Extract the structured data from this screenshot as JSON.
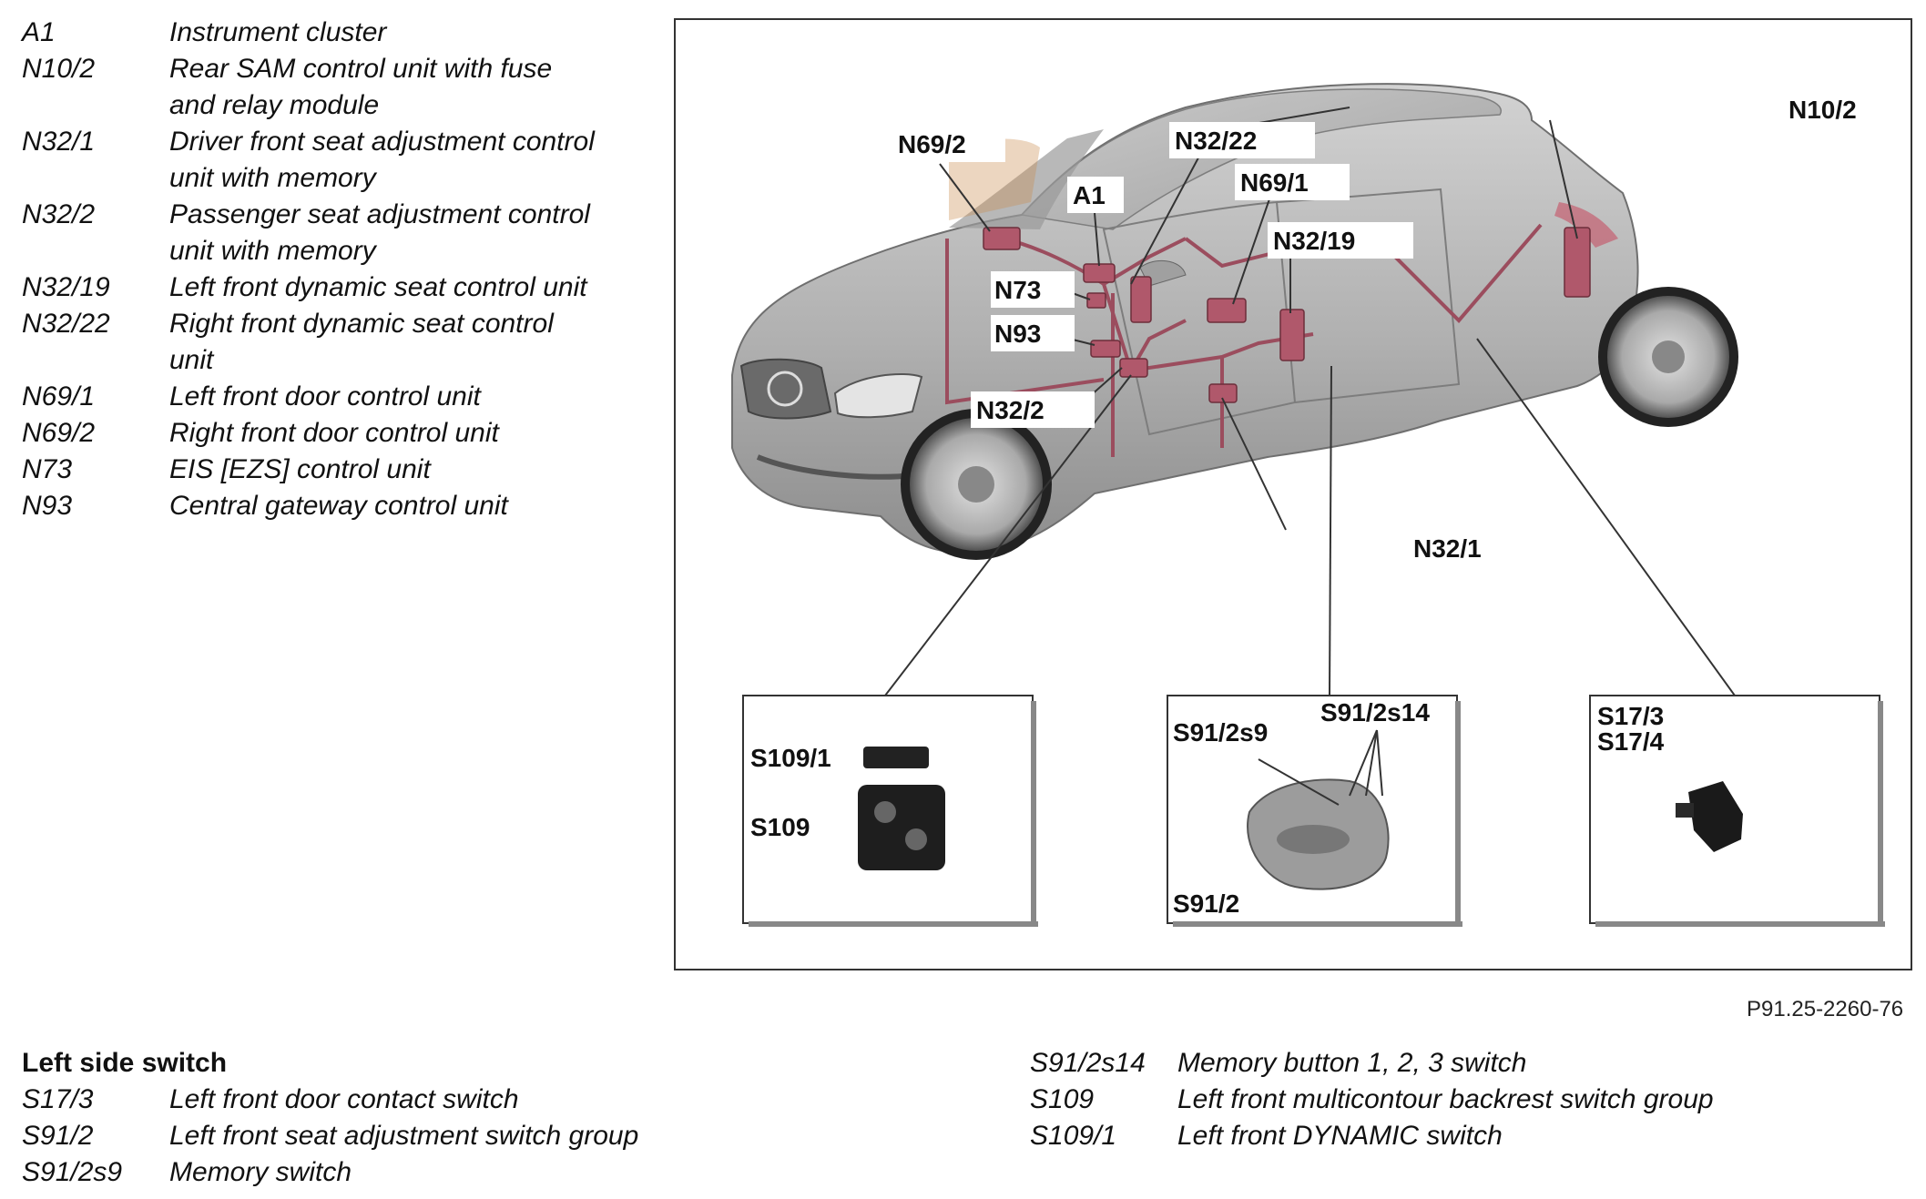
{
  "legend_top": [
    {
      "code": "A1",
      "desc": "Instrument cluster"
    },
    {
      "code": "N10/2",
      "desc": "Rear SAM control unit with fuse and relay module"
    },
    {
      "code": "N32/1",
      "desc": "Driver front seat adjustment control unit with memory"
    },
    {
      "code": "N32/2",
      "desc": "Passenger seat adjustment control unit with memory"
    },
    {
      "code": "N32/19",
      "desc": "Left front dynamic seat control unit"
    },
    {
      "code": "N32/22",
      "desc": "Right front dynamic seat control unit"
    },
    {
      "code": "N69/1",
      "desc": "Left front door control unit"
    },
    {
      "code": "N69/2",
      "desc": "Right front door control unit"
    },
    {
      "code": "N73",
      "desc": "EIS [EZS] control unit"
    },
    {
      "code": "N93",
      "desc": "Central gateway control unit"
    }
  ],
  "bottom_left": {
    "title": "Left side switch",
    "items": [
      {
        "code": "S17/3",
        "desc": "Left front door contact switch"
      },
      {
        "code": "S91/2",
        "desc": "Left front seat adjustment switch group"
      },
      {
        "code": "S91/2s9",
        "desc": "Memory switch"
      }
    ]
  },
  "bottom_right": {
    "items": [
      {
        "code": "S91/2s14",
        "desc": "Memory button 1, 2, 3 switch"
      },
      {
        "code": "S109",
        "desc": "Left front multicontour backrest switch group"
      },
      {
        "code": "S109/1",
        "desc": "Left front DYNAMIC switch"
      }
    ]
  },
  "diagram": {
    "labels": {
      "n69_2": "N69/2",
      "n32_22": "N32/22",
      "n10_2": "N10/2",
      "a1": "A1",
      "n69_1": "N69/1",
      "n32_19": "N32/19",
      "n73": "N73",
      "n93": "N93",
      "n32_2": "N32/2",
      "n32_1": "N32/1"
    },
    "inset1": {
      "s109_1": "S109/1",
      "s109": "S109"
    },
    "inset2": {
      "s91_2s9": "S91/2s9",
      "s91_2s14": "S91/2s14",
      "s91_2": "S91/2"
    },
    "inset3": {
      "s17_3": "S17/3",
      "s17_4": "S17/4"
    }
  },
  "reference": "P91.25-2260-76",
  "colors": {
    "car_body": "#b4b4b4",
    "car_dark": "#8a8a8a",
    "harness": "#9b4d5e",
    "component": "#b0586b",
    "line": "#333333"
  }
}
